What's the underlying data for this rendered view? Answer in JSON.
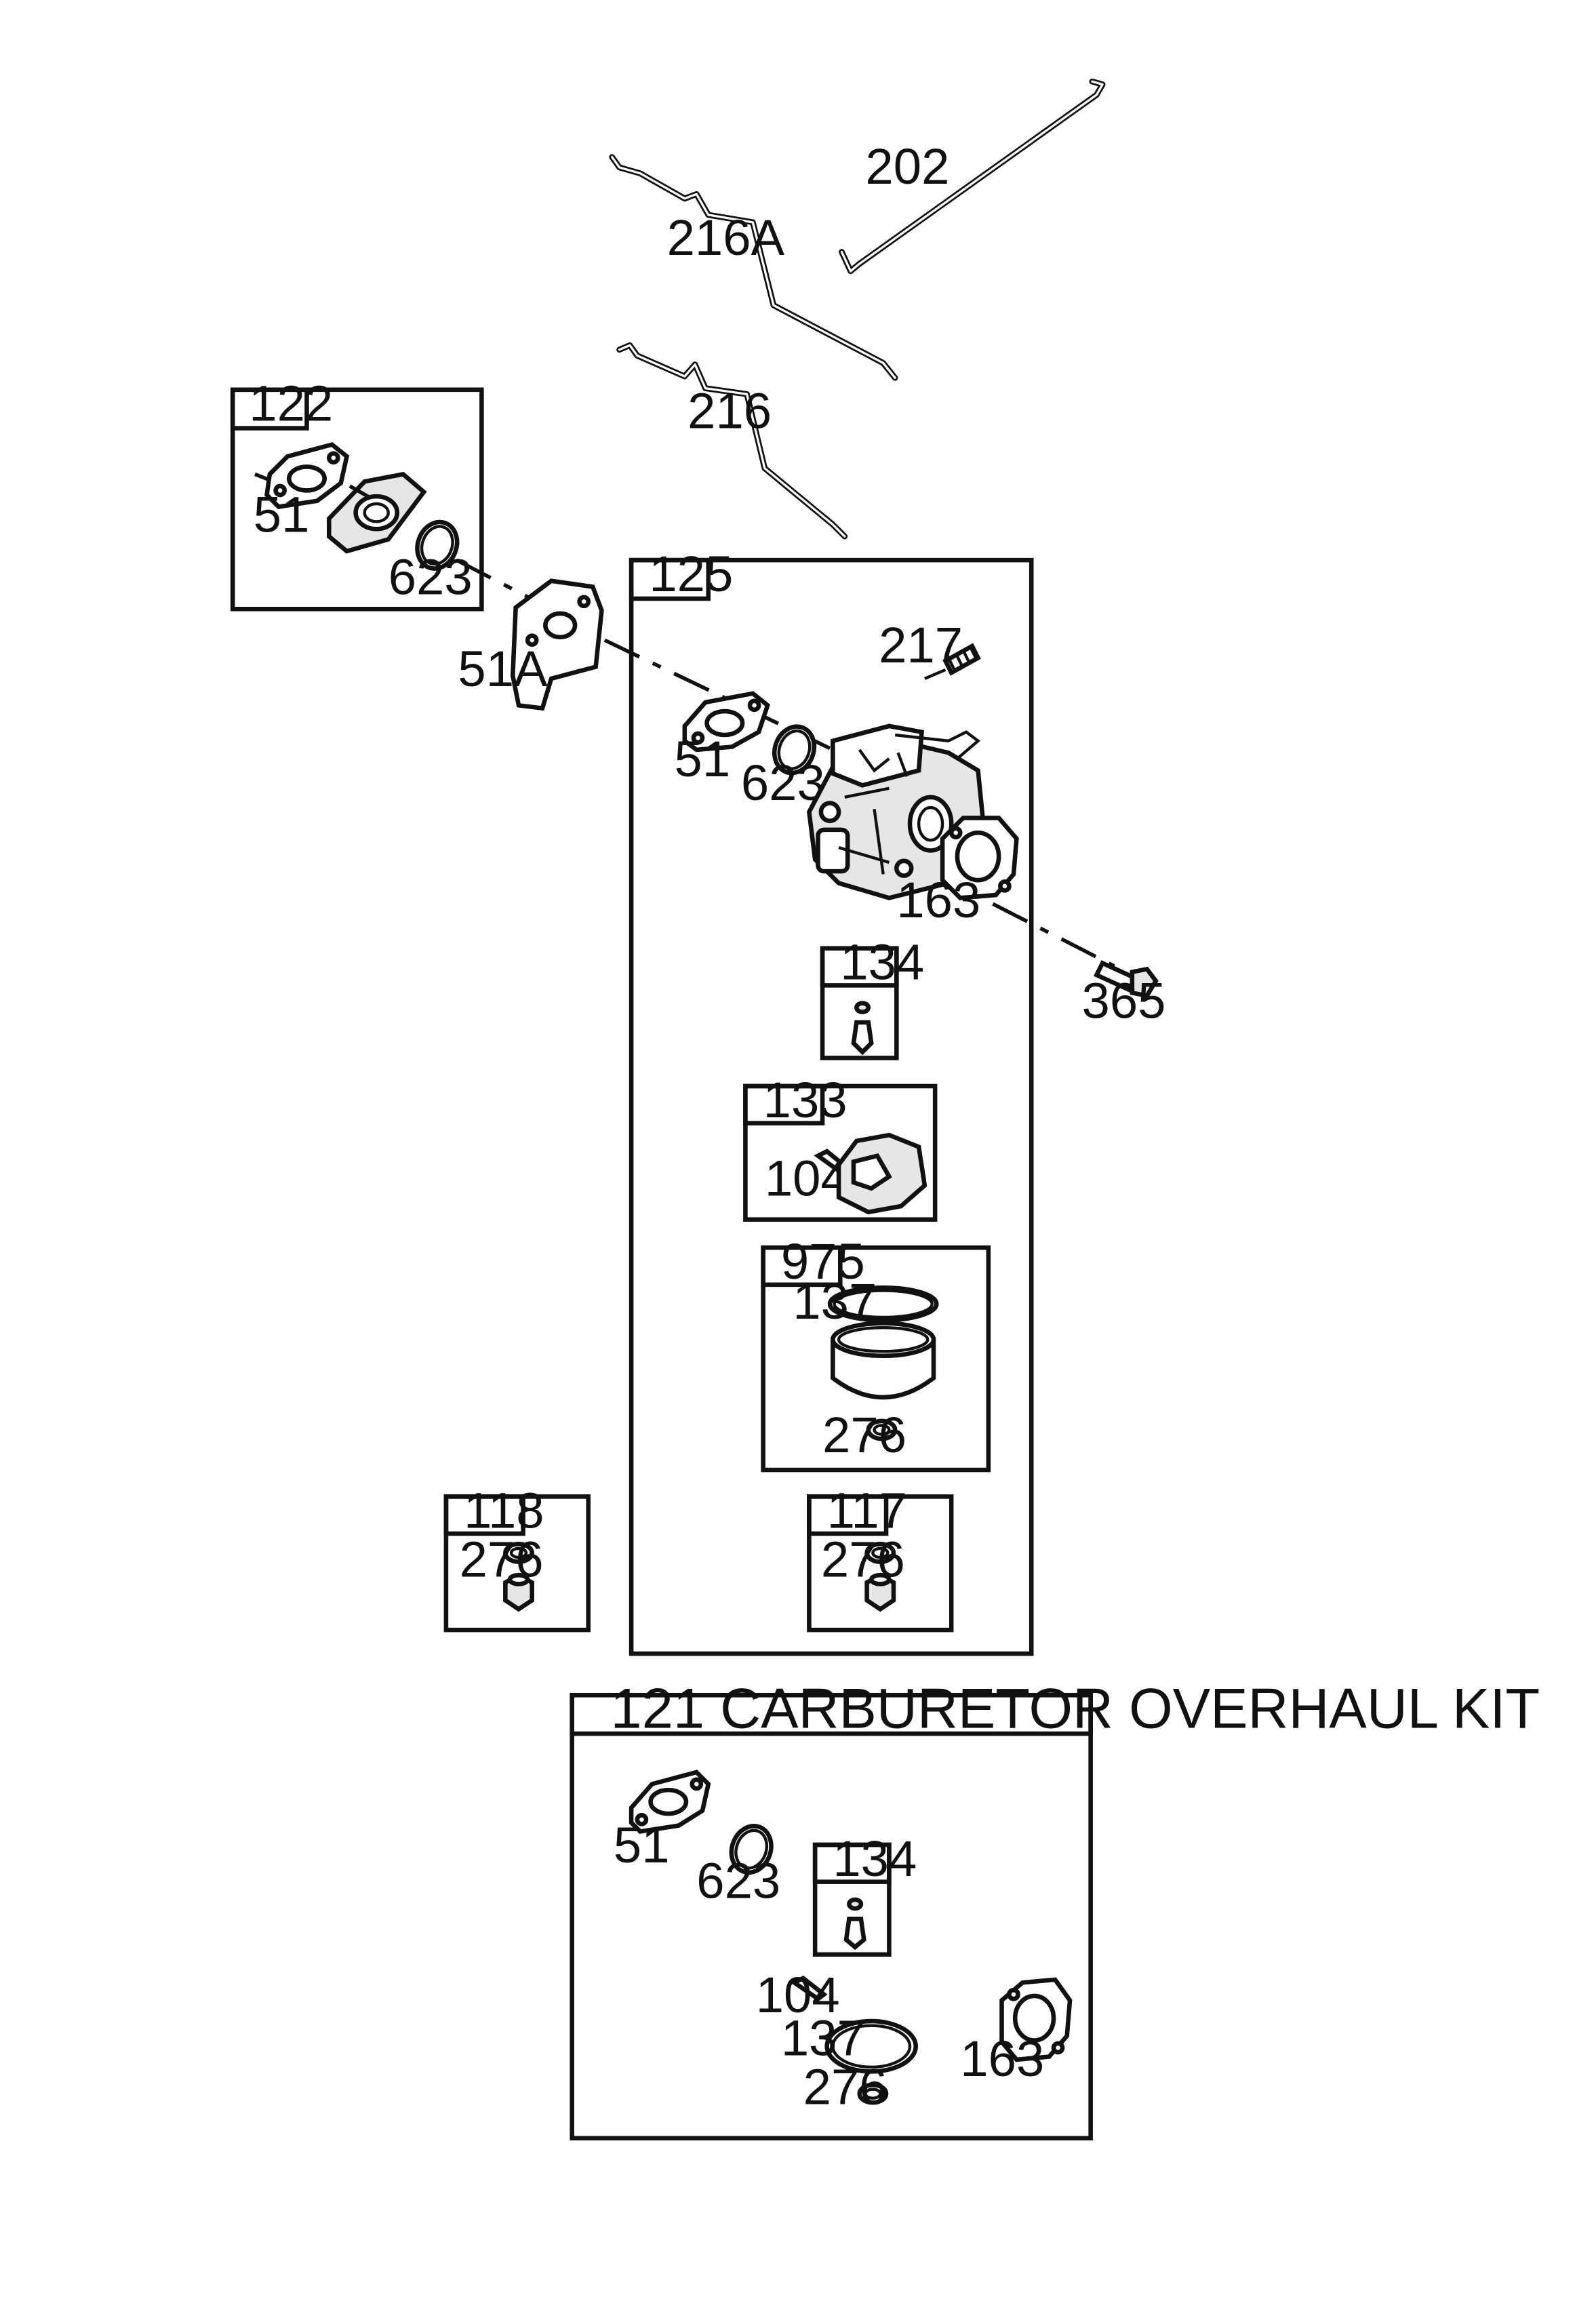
{
  "labels": {
    "l202": "202",
    "l216a": "216A",
    "l216": "216",
    "l122": "122",
    "l51_a": "51",
    "l623_a": "623",
    "l51a": "51A",
    "l125": "125",
    "l217": "217",
    "l51_b": "51",
    "l623_b": "623",
    "l163_a": "163",
    "l365": "365",
    "l134_a": "134",
    "l133": "133",
    "l104_a": "104",
    "l975": "975",
    "l137_a": "137",
    "l276_a": "276",
    "l118": "118",
    "l276_b": "276",
    "l117": "117",
    "l276_c": "276",
    "kit_title": "121 CARBURETOR OVERHAUL KIT",
    "l51_c": "51",
    "l623_c": "623",
    "l134_b": "134",
    "l104_b": "104",
    "l137_b": "137",
    "l163_b": "163",
    "l276_d": "276"
  }
}
